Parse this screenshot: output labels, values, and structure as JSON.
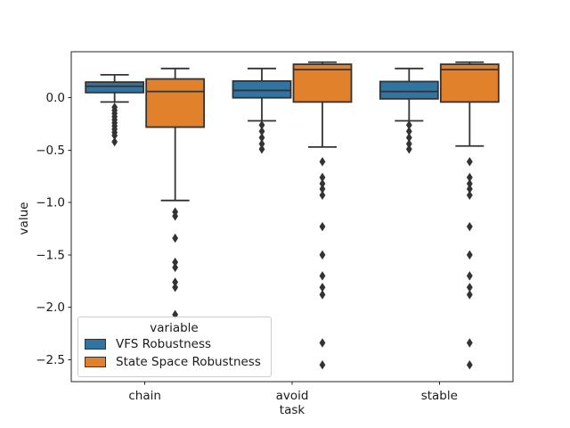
{
  "figure": {
    "background": "#ffffff"
  },
  "chart_data": {
    "type": "boxplot",
    "title": "",
    "xlabel": "task",
    "ylabel": "value",
    "categories": [
      "chain",
      "avoid",
      "stable"
    ],
    "ylim": [
      -2.71,
      0.44
    ],
    "grid": false,
    "yticks": [
      {
        "label": "0.0",
        "value": 0.0
      },
      {
        "label": "−0.5",
        "value": -0.5
      },
      {
        "label": "−1.0",
        "value": -1.0
      },
      {
        "label": "−1.5",
        "value": -1.5
      },
      {
        "label": "−2.0",
        "value": -2.0
      },
      {
        "label": "−2.5",
        "value": -2.5
      }
    ],
    "legend": {
      "title": "variable",
      "position": "lower-left"
    },
    "colors": {
      "blue_series": "#3274A1",
      "orange_series": "#E1812C",
      "line": "#333333",
      "spine": "#262626",
      "text": "#1a1a1a"
    },
    "series": [
      {
        "name": "VFS Robustness",
        "color": "#3274A1",
        "boxes": [
          {
            "category": "chain",
            "whisker_low": -0.04,
            "q1": 0.05,
            "median": 0.11,
            "q3": 0.15,
            "whisker_high": 0.22,
            "outliers": [
              -0.09,
              -0.12,
              -0.15,
              -0.18,
              -0.21,
              -0.24,
              -0.27,
              -0.3,
              -0.33,
              -0.36,
              -0.42
            ]
          },
          {
            "category": "avoid",
            "whisker_low": -0.22,
            "q1": 0.0,
            "median": 0.07,
            "q3": 0.16,
            "whisker_high": 0.28,
            "outliers": [
              -0.26,
              -0.32,
              -0.38,
              -0.44,
              -0.49
            ]
          },
          {
            "category": "stable",
            "whisker_low": -0.22,
            "q1": -0.01,
            "median": 0.06,
            "q3": 0.155,
            "whisker_high": 0.28,
            "outliers": [
              -0.26,
              -0.32,
              -0.38,
              -0.44,
              -0.49
            ]
          }
        ]
      },
      {
        "name": "State Space Robustness",
        "color": "#E1812C",
        "boxes": [
          {
            "category": "chain",
            "whisker_low": -0.98,
            "q1": -0.28,
            "median": 0.06,
            "q3": 0.18,
            "whisker_high": 0.28,
            "outliers": [
              -1.09,
              -1.13,
              -1.34,
              -1.57,
              -1.62,
              -1.76,
              -1.81,
              -2.07
            ]
          },
          {
            "category": "avoid",
            "whisker_low": -0.47,
            "q1": -0.04,
            "median": 0.27,
            "q3": 0.32,
            "whisker_high": 0.34,
            "outliers": [
              -0.61,
              -0.76,
              -0.82,
              -0.87,
              -0.93,
              -1.23,
              -1.5,
              -1.7,
              -1.81,
              -1.88,
              -2.34,
              -2.55
            ]
          },
          {
            "category": "stable",
            "whisker_low": -0.46,
            "q1": -0.04,
            "median": 0.27,
            "q3": 0.32,
            "whisker_high": 0.34,
            "outliers": [
              -0.61,
              -0.76,
              -0.82,
              -0.87,
              -0.93,
              -1.23,
              -1.5,
              -1.7,
              -1.81,
              -1.88,
              -2.34,
              -2.55
            ]
          }
        ]
      }
    ]
  }
}
